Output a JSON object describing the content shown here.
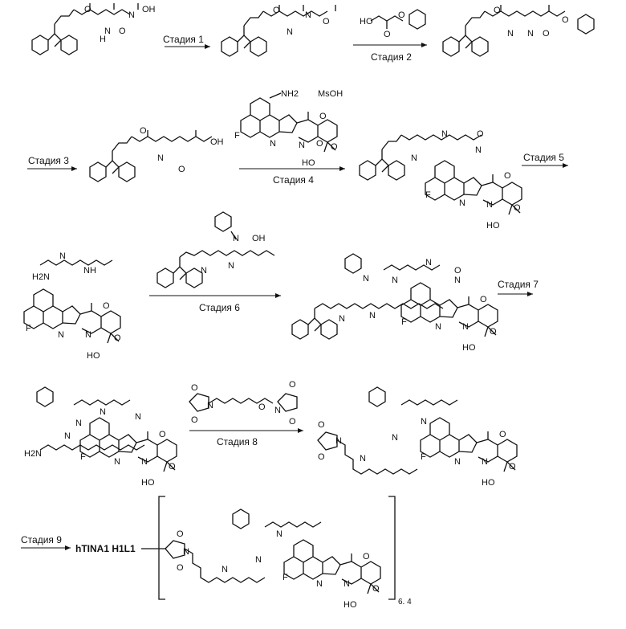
{
  "stages": {
    "s1": "Стадия 1",
    "s2": "Стадия 2",
    "s3": "Стадия 3",
    "s4": "Стадия 4",
    "s5": "Стадия 5",
    "s6": "Стадия 6",
    "s7": "Стадия 7",
    "s8": "Стадия 8",
    "s9": "Стадия 9"
  },
  "reagents": {
    "msoh": "MsOH",
    "nh2": "NH2",
    "f": "F",
    "n": "N",
    "o": "O",
    "ho": "HO",
    "oh": "OH",
    "h2n": "H2N",
    "nh": "NH"
  },
  "product": {
    "antibody": "hTINA1 H1L1",
    "drug_ratio": "6. 4"
  }
}
